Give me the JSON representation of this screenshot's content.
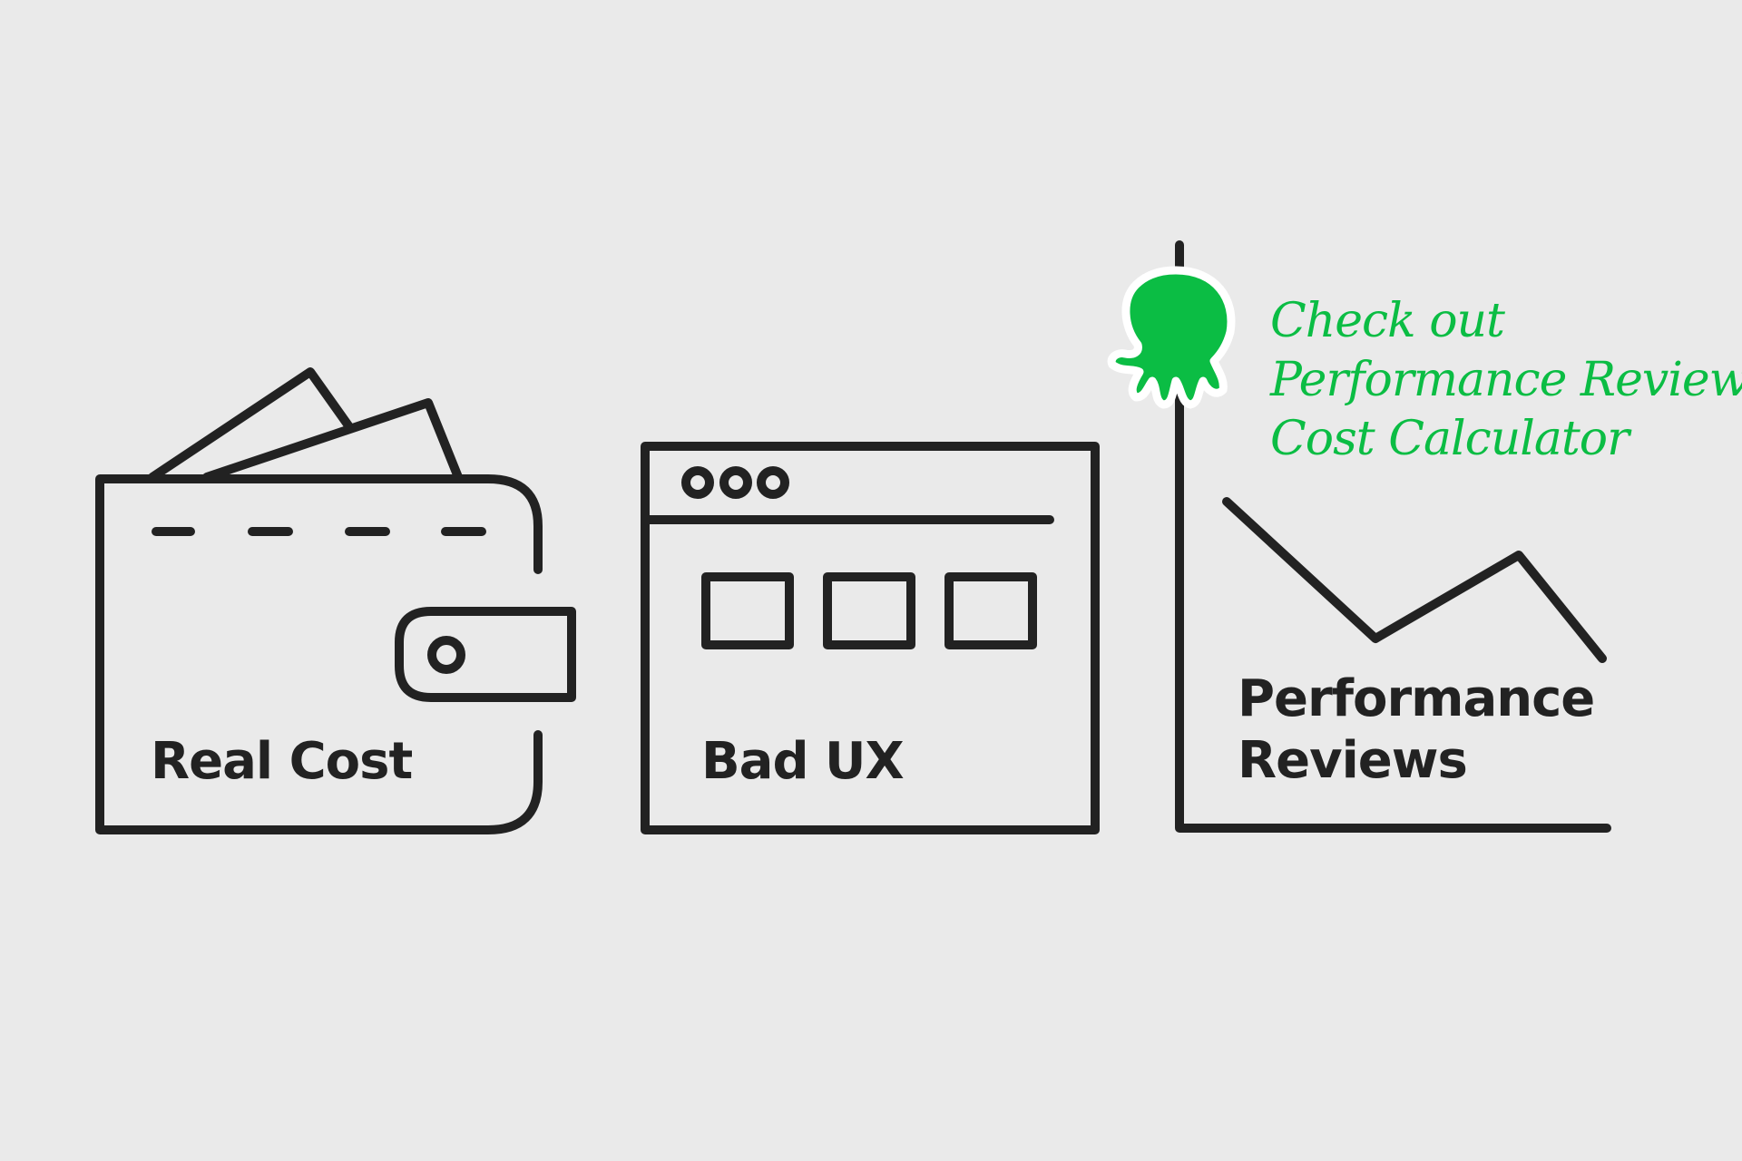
{
  "colors": {
    "background": "#eaeaea",
    "ink": "#222222",
    "accent": "#0bbd44"
  },
  "panels": {
    "wallet": {
      "label": "Real Cost",
      "icon": "wallet-icon"
    },
    "browser": {
      "label": "Bad UX",
      "icon": "browser-window-icon"
    },
    "chart": {
      "label_line1": "Performance",
      "label_line2": "Reviews",
      "icon": "line-chart-icon"
    }
  },
  "callout": {
    "icon": "octopus-mascot-icon",
    "line1": "Check out",
    "line2": "Performance Review",
    "line3": "Cost Calculator"
  }
}
